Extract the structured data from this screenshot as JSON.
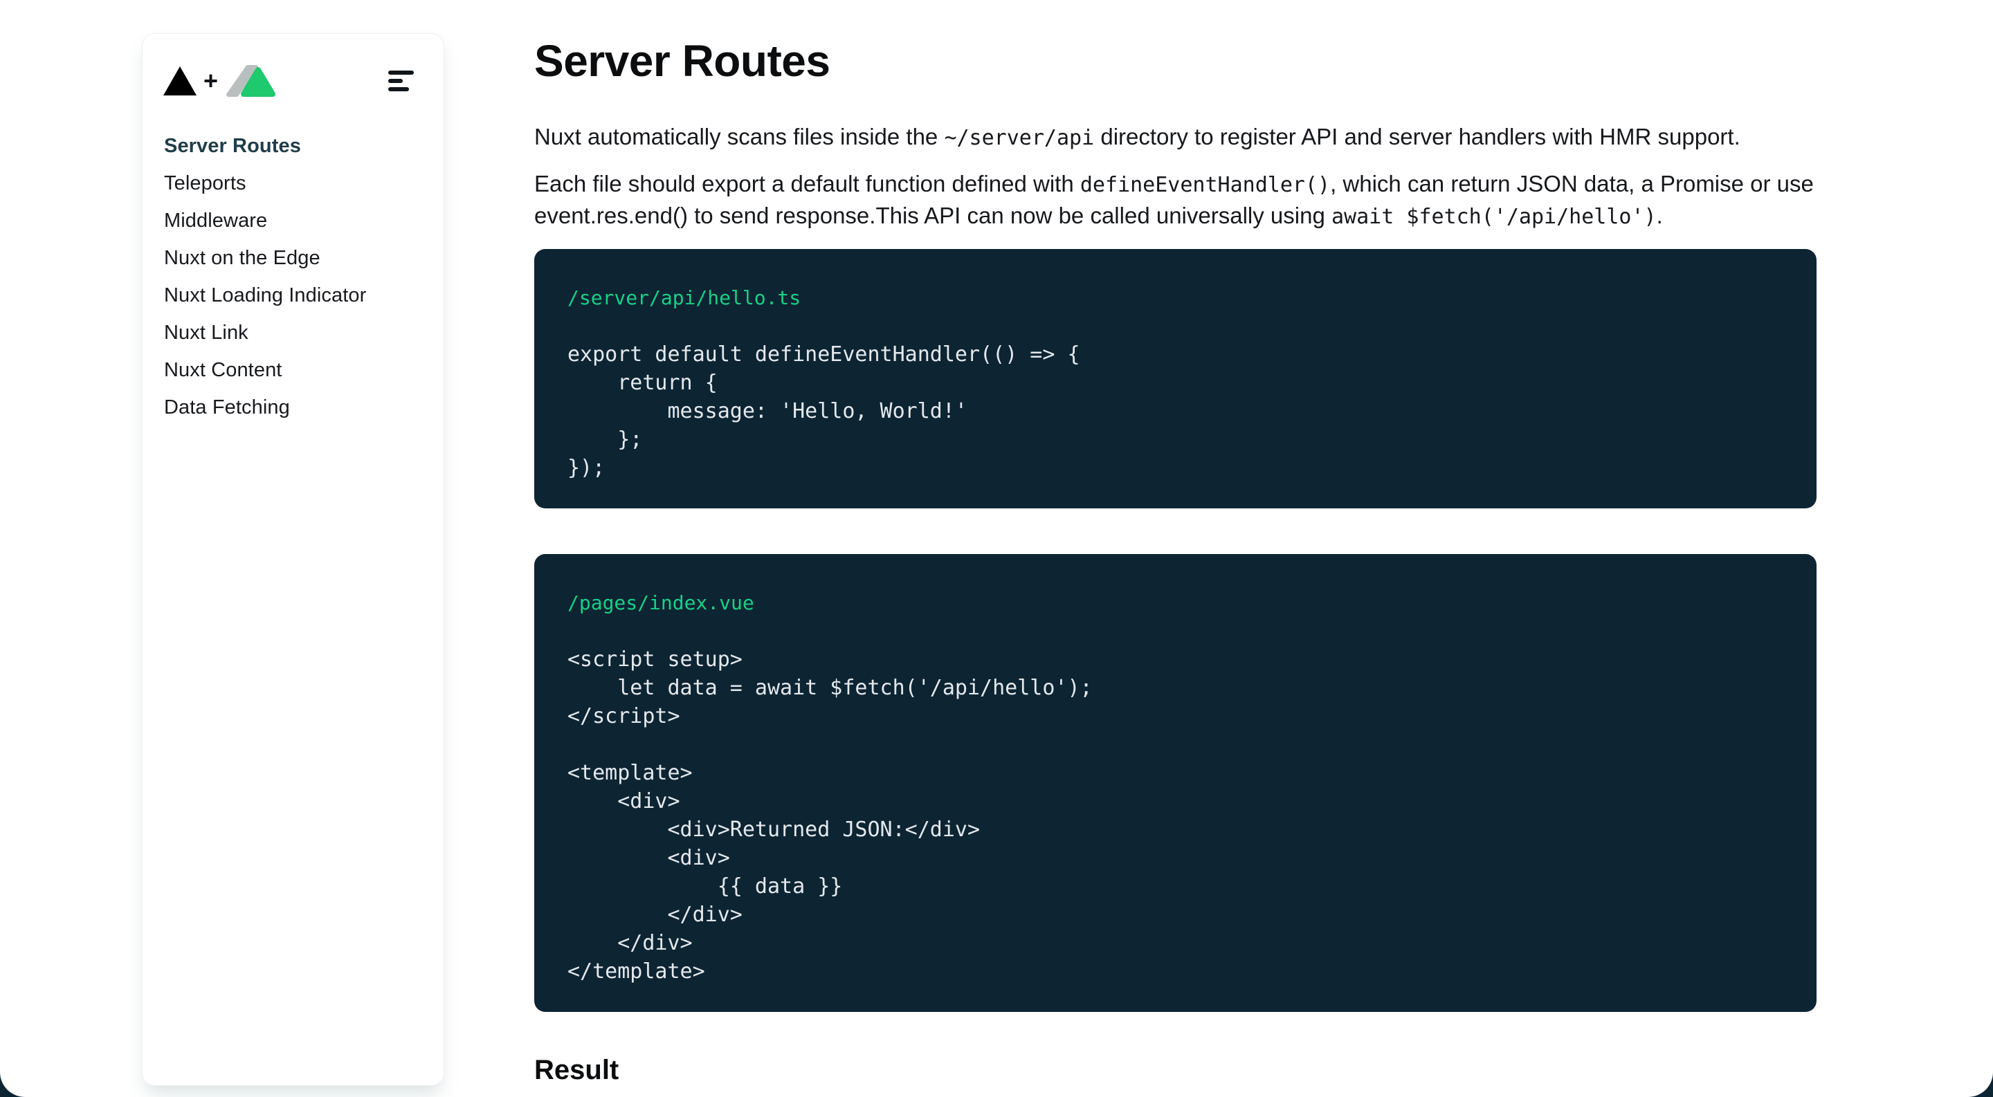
{
  "sidebar": {
    "logo": {
      "plus_sign": "+"
    },
    "items": [
      {
        "label": "Server Routes",
        "active": true
      },
      {
        "label": "Teleports",
        "active": false
      },
      {
        "label": "Middleware",
        "active": false
      },
      {
        "label": "Nuxt on the Edge",
        "active": false
      },
      {
        "label": "Nuxt Loading Indicator",
        "active": false
      },
      {
        "label": "Nuxt Link",
        "active": false
      },
      {
        "label": "Nuxt Content",
        "active": false
      },
      {
        "label": "Data Fetching",
        "active": false
      }
    ]
  },
  "main": {
    "title": "Server Routes",
    "paragraph1": {
      "before_code": "Nuxt automatically scans files inside the ",
      "code": "~/server/api",
      "after_code": " directory to register API and server handlers with HMR support."
    },
    "paragraph2": {
      "part1": "Each file should export a default function defined with ",
      "code1": "defineEventHandler()",
      "part2": ", which can return JSON data, a Promise or use event.res.end() to send response.This API can now be called universally using ",
      "code2": "await $fetch('/api/hello')",
      "part3": "."
    },
    "code_blocks": [
      {
        "filename": "/server/api/hello.ts",
        "code": "export default defineEventHandler(() => {\n    return {\n        message: 'Hello, World!'\n    };\n});"
      },
      {
        "filename": "/pages/index.vue",
        "code": "<script setup>\n    let data = await $fetch('/api/hello');\n</script>\n\n<template>\n    <div>\n        <div>Returned JSON:</div>\n        <div>\n            {{ data }}\n        </div>\n    </div>\n</template>"
      }
    ],
    "result_heading": "Result"
  },
  "colors": {
    "code_background": "#0d2433",
    "code_text": "#e4e9ec",
    "filename_green": "#17d186",
    "logo_green": "#1fc96e",
    "logo_gray": "#b9bfbe",
    "active_nav": "#1f3d4a"
  }
}
